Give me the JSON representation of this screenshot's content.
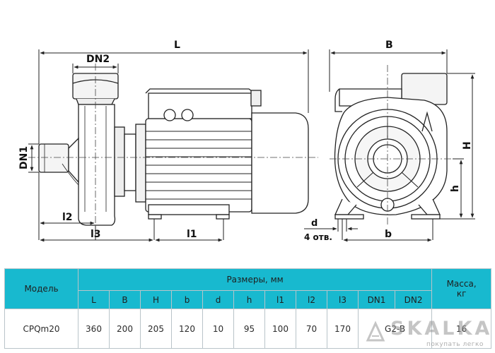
{
  "drawing": {
    "dims": {
      "L": "L",
      "B": "B",
      "DN2": "DN2",
      "DN1": "DN1",
      "H": "H",
      "h": "h",
      "l1": "l1",
      "l2": "l2",
      "l3": "l3",
      "d": "d",
      "holes": "4 отв.",
      "b": "b"
    }
  },
  "table": {
    "col_model": "Модель",
    "col_sizes": "Размеры, мм",
    "col_mass_line1": "Масса,",
    "col_mass_line2": "кг",
    "sub_headers": [
      "L",
      "B",
      "H",
      "b",
      "d",
      "h",
      "l1",
      "l2",
      "l3",
      "DN1",
      "DN2"
    ],
    "row": {
      "model": "CPQm20",
      "values": [
        "360",
        "200",
        "205",
        "120",
        "10",
        "95",
        "100",
        "70",
        "170"
      ],
      "dn": "G2-B",
      "mass": "16"
    }
  },
  "watermark": {
    "brand": "SKALKA",
    "tagline": "покупать легко"
  },
  "colors": {
    "header_bg": "#18b9cf",
    "line": "#222222",
    "grid": "#b9c4c9"
  }
}
